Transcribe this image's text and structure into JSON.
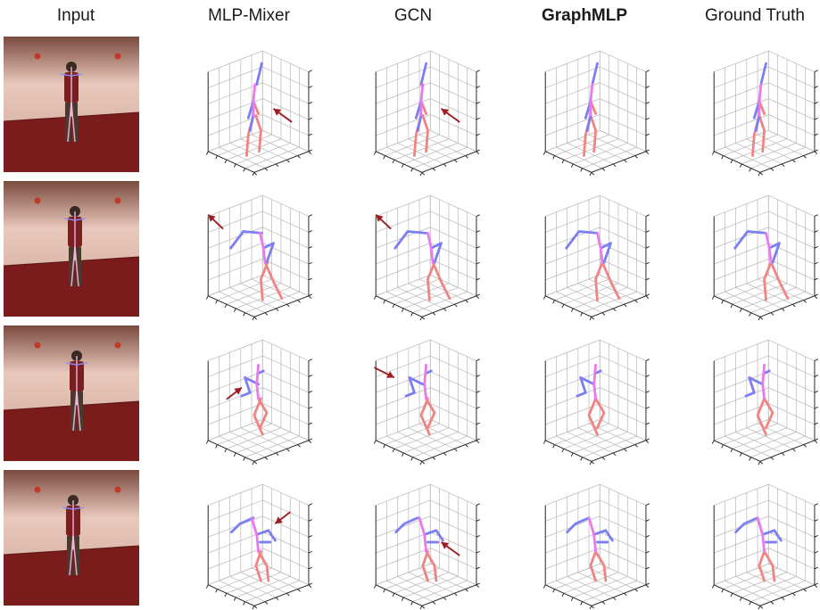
{
  "headers": {
    "input": "Input",
    "mlp_mixer": "MLP-Mixer",
    "gcn": "GCN",
    "graphmlp": "GraphMLP",
    "ground_truth": "Ground Truth"
  },
  "colors": {
    "left_limb": "#7b7ff2",
    "right_limb": "#f08484",
    "spine": "#e879f0",
    "arrow": "#9e1c24",
    "grid": "#bbbbbb",
    "floor": "#7a1c1c",
    "wall": "#e9c9bc"
  },
  "rows": [
    {
      "pose": "standing-arms-raised",
      "arrows": {
        "mlp_mixer": "lower-right",
        "gcn": "lower-right"
      }
    },
    {
      "pose": "bent-forward-arm-extended",
      "arrows": {
        "mlp_mixer": "upper-left",
        "gcn": "upper-left"
      }
    },
    {
      "pose": "arms-folded-twisted",
      "arrows": {
        "mlp_mixer": "lower-left",
        "gcn": "left"
      }
    },
    {
      "pose": "arms-forward-crouched",
      "arrows": {
        "mlp_mixer": "upper-right",
        "gcn": "lower-right"
      }
    }
  ]
}
